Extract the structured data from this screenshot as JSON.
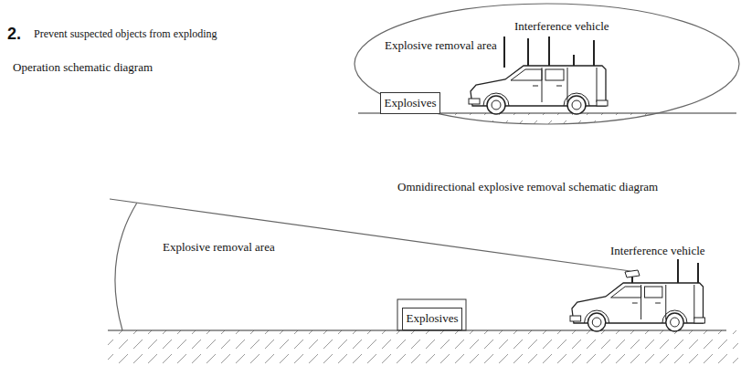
{
  "diagram": {
    "title": "Prevent suspected objects from exploding",
    "nodes": [
      {
        "text": [
          "Explosive removal area"
        ]
      },
      {
        "text": [
          "Explosives"
        ],
        "in": 0
      },
      {
        "text": [
          "Explosive removal area"
        ]
      },
      {
        "text": [
          "Explosives"
        ],
        "in": 2
      }
    ],
    "labels": [
      "2.",
      "Operation schematic diagram",
      "Interference vehicle",
      "Omnidirectional explosive removal schematic diagram",
      "Interference vehicle"
    ]
  }
}
